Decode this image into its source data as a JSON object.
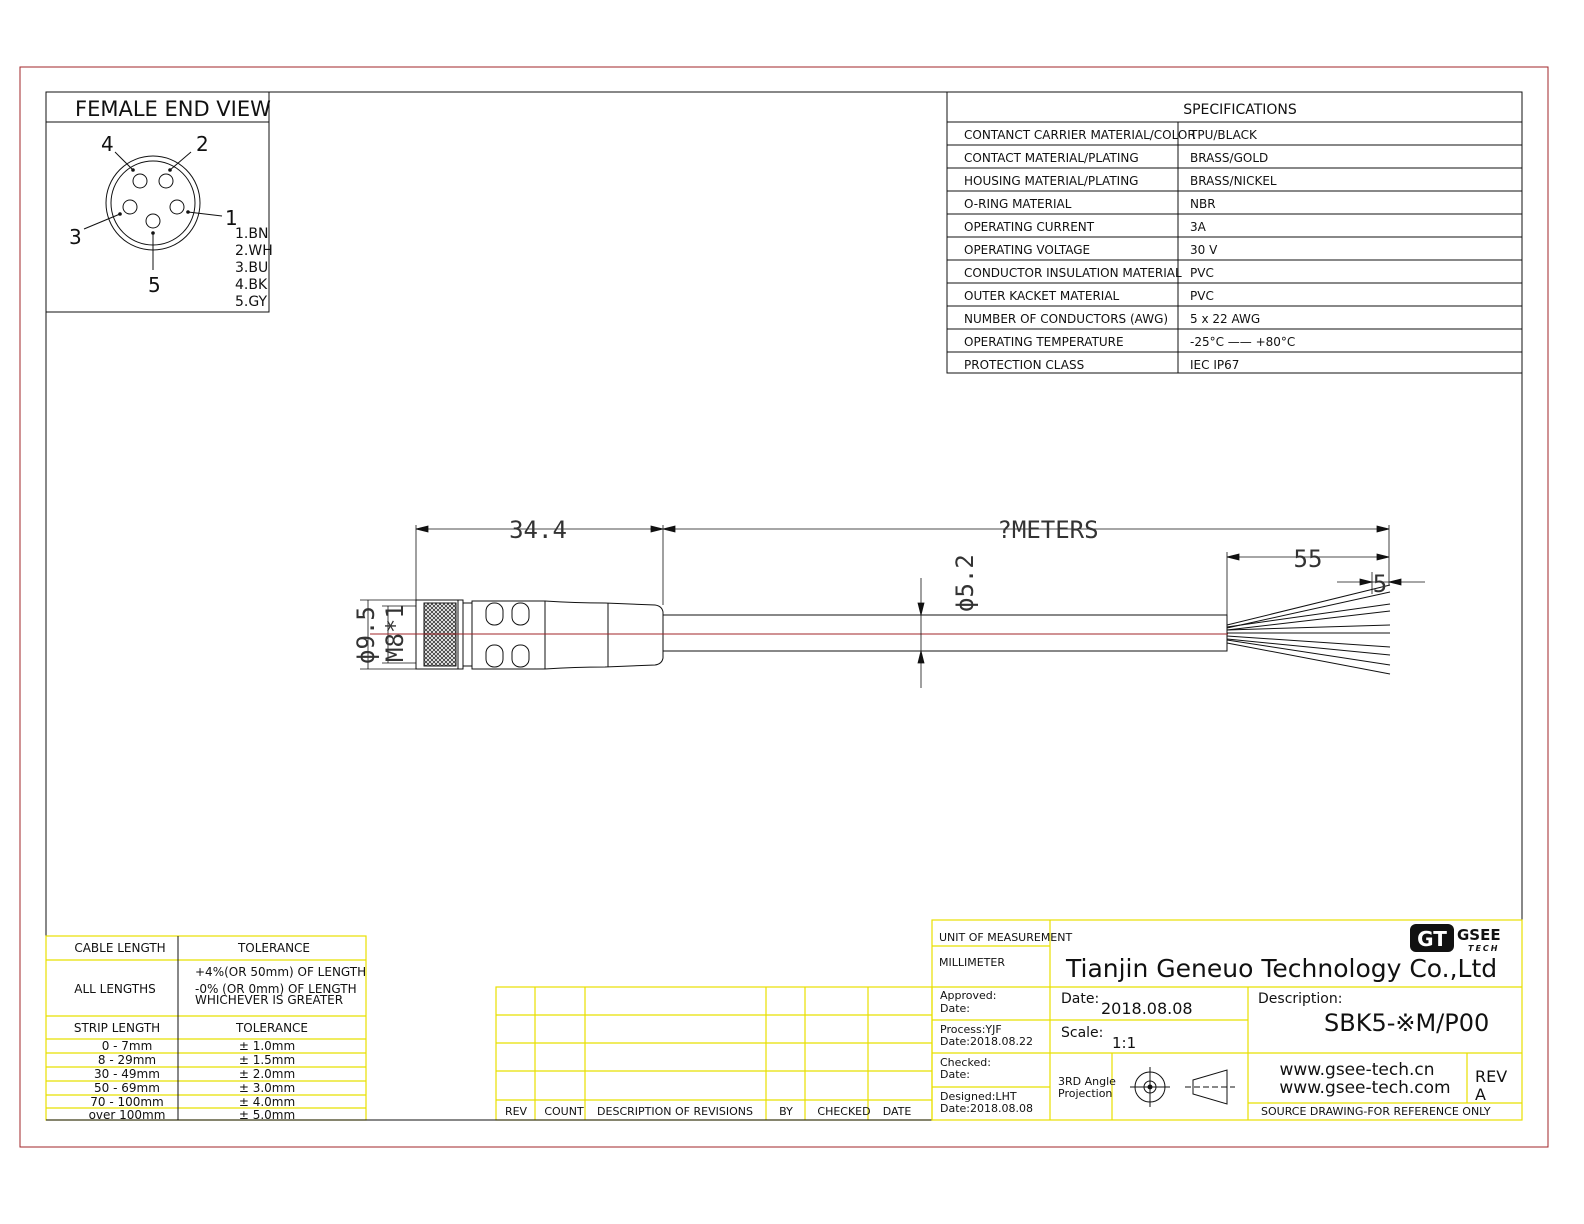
{
  "end_view": {
    "title": "FEMALE END VIEW",
    "pin_numbers": [
      "4",
      "2",
      "1",
      "3",
      "5"
    ],
    "pin_colors": [
      "1.BN",
      "2.WH",
      "3.BU",
      "4.BK",
      "5.GY"
    ]
  },
  "specifications": {
    "title": "SPECIFICATIONS",
    "rows": [
      {
        "label": "CONTANCT CARRIER MATERIAL/COLOR",
        "value": "TPU/BLACK"
      },
      {
        "label": "CONTACT  MATERIAL/PLATING",
        "value": "BRASS/GOLD"
      },
      {
        "label": "HOUSING MATERIAL/PLATING",
        "value": "BRASS/NICKEL"
      },
      {
        "label": "O-RING MATERIAL",
        "value": "NBR"
      },
      {
        "label": "OPERATING CURRENT",
        "value": "3A"
      },
      {
        "label": "OPERATING VOLTAGE",
        "value": "30 V"
      },
      {
        "label": "CONDUCTOR INSULATION MATERIAL",
        "value": "PVC"
      },
      {
        "label": "OUTER KACKET MATERIAL",
        "value": "PVC"
      },
      {
        "label": "NUMBER OF CONDUCTORS (AWG)",
        "value": "5 x 22 AWG"
      },
      {
        "label": "OPERATING TEMPERATURE",
        "value": "-25°C —— +80°C"
      },
      {
        "label": "PROTECTION CLASS",
        "value": "IEC  IP67"
      }
    ]
  },
  "dimensions": {
    "head_length": "34.4",
    "cable_length": "?METERS",
    "strip_length": "55",
    "wire_strip": "5",
    "cable_diameter": "ϕ5.2",
    "head_diameter": "ϕ9.5",
    "thread": "M8*1"
  },
  "tolerance_table": {
    "h1": "CABLE LENGTH",
    "h2": "TOLERANCE",
    "all_lengths_label": "ALL LENGTHS",
    "all_lengths_lines": [
      "+4%(OR 50mm) OF LENGTH",
      "-0%  (OR 0mm)   OF LENGTH",
      "WHICHEVER  IS  GREATER"
    ],
    "h3": "STRIP LENGTH",
    "h4": "TOLERANCE",
    "strip_rows": [
      {
        "range": "0 - 7mm",
        "tol": "± 1.0mm"
      },
      {
        "range": "8 - 29mm",
        "tol": "± 1.5mm"
      },
      {
        "range": "30 - 49mm",
        "tol": "± 2.0mm"
      },
      {
        "range": "50 - 69mm",
        "tol": "± 3.0mm"
      },
      {
        "range": "70 - 100mm",
        "tol": "± 4.0mm"
      },
      {
        "range": "over 100mm",
        "tol": "± 5.0mm"
      }
    ]
  },
  "revisions": {
    "headers": [
      "REV",
      "COUNT",
      "DESCRIPTION  OF  REVISIONS",
      "BY",
      "CHECKED",
      "DATE"
    ]
  },
  "title_block": {
    "unit_label": "UNIT OF MEASUREMENT",
    "unit_value": "MILLIMETER",
    "company": "Tianjin Geneuo Technology Co.,Ltd",
    "logo_left": "GT",
    "logo_right_top": "GSEE",
    "logo_right_bottom": "TECH",
    "approved_label": "Approved:",
    "approved_date": "Date:",
    "date_label": "Date:",
    "date_value": "2018.08.08",
    "description_label": "Description:",
    "part_number": "SBK5-※M/P00",
    "process": "Process:YJF",
    "process_date": "Date:2018.08.22",
    "scale_label": "Scale:",
    "scale_value": "1:1",
    "checked_label": "Checked:",
    "checked_date": "Date:",
    "projection_line1": "3RD Angle",
    "projection_line2": "Projection",
    "website1": "www.gsee-tech.cn",
    "website2": "www.gsee-tech.com",
    "rev_label": "REV",
    "rev_value": "A",
    "designed": "Designed:LHT",
    "designed_date": "Date:2018.08.08",
    "source_note": "SOURCE DRAWING-FOR REFERENCE ONLY"
  },
  "colors": {
    "outer_border": "#a0262a",
    "yellow_grid": "#e8e000",
    "centerline": "#a0262a",
    "line": "#111111"
  }
}
